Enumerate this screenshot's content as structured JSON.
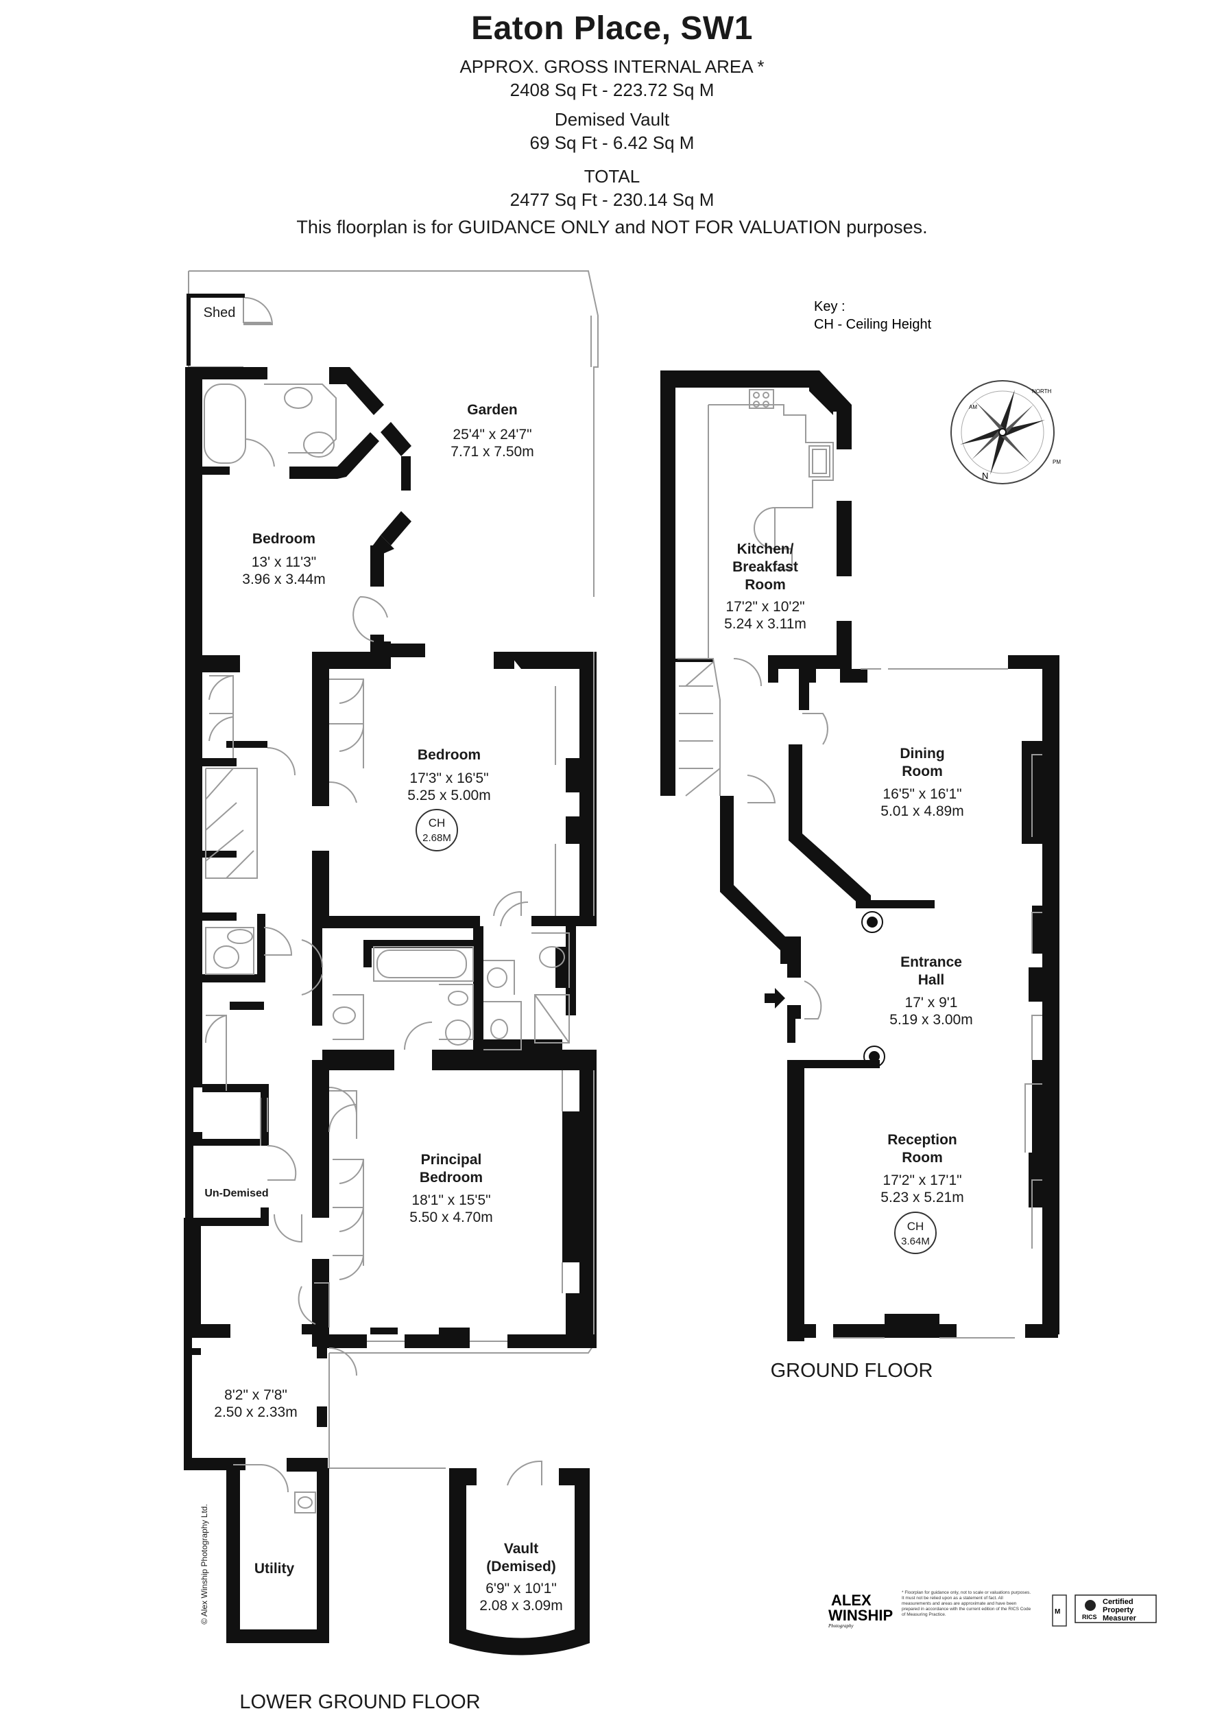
{
  "header": {
    "title": "Eaton Place, SW1",
    "area_label": "APPROX. GROSS INTERNAL  AREA *",
    "area_value": "2408 Sq Ft  -  223.72 Sq M",
    "vault_label": "Demised Vault",
    "vault_value": "69 Sq Ft  -  6.42 Sq M",
    "total_label": "TOTAL",
    "total_value": "2477 Sq Ft  -  230.14 Sq M",
    "disclaimer": "This floorplan is for GUIDANCE ONLY and NOT FOR VALUATION purposes."
  },
  "key": {
    "title": "Key :",
    "ch": "CH - Ceiling Height"
  },
  "compass": {
    "north": "NORTH",
    "am": "AM",
    "pm": "PM",
    "n": "N",
    "icon": "compass-rose-icon"
  },
  "lower_ground": {
    "label": "LOWER GROUND FLOOR",
    "shed": "Shed",
    "garden": {
      "name": "Garden",
      "imperial": "25'4\" x 24'7\"",
      "metric": "7.71 x 7.50m"
    },
    "bedroom1": {
      "name": "Bedroom",
      "imperial": "13' x 11'3\"",
      "metric": "3.96 x 3.44m"
    },
    "bedroom2": {
      "name": "Bedroom",
      "imperial": "17'3\" x 16'5\"",
      "metric": "5.25 x 5.00m",
      "ch_label": "CH",
      "ch_value": "2.68M"
    },
    "principal": {
      "name1": "Principal",
      "name2": "Bedroom",
      "imperial": "18'1\" x 15'5\"",
      "metric": "5.50 x 4.70m"
    },
    "undemised": "Un-Demised",
    "small_room": {
      "imperial": "8'2\" x 7'8\"",
      "metric": "2.50 x 2.33m"
    },
    "utility": "Utility",
    "vault": {
      "name1": "Vault",
      "name2": "(Demised)",
      "imperial": "6'9\" x 10'1\"",
      "metric": "2.08 x 3.09m"
    },
    "copyright": "© Alex Winship Photography Ltd."
  },
  "ground": {
    "label": "GROUND FLOOR",
    "kitchen": {
      "name1": "Kitchen/",
      "name2": "Breakfast",
      "name3": "Room",
      "imperial": "17'2\" x 10'2\"",
      "metric": "5.24 x 3.11m"
    },
    "dining": {
      "name1": "Dining",
      "name2": "Room",
      "imperial": "16'5\" x 16'1\"",
      "metric": "5.01 x 4.89m"
    },
    "hall": {
      "name1": "Entrance",
      "name2": "Hall",
      "imperial": "17' x 9'1",
      "metric": "5.19 x 3.00m"
    },
    "reception": {
      "name1": "Reception",
      "name2": "Room",
      "imperial": "17'2\" x 17'1\"",
      "metric": "5.23 x 5.21m",
      "ch_label": "CH",
      "ch_value": "3.64M"
    }
  },
  "footer": {
    "brand1": "ALEX",
    "brand2": "WINSHIP",
    "brand3": "Photography",
    "note": "* Floorplan for guidance only, not to scale or valuations purposes. It must not be relied upon as a statement of fact. All measurements and areas are approximate and have been prepared in accordance with the current edition of the RICS Code of Measuring Practice.",
    "rics1": "Certified",
    "rics2": "Property",
    "rics3": "Measurer",
    "rics_brand": "RICS"
  },
  "colors": {
    "wall": "#111111",
    "line": "#9a9a9a",
    "text": "#1a1a1a"
  }
}
